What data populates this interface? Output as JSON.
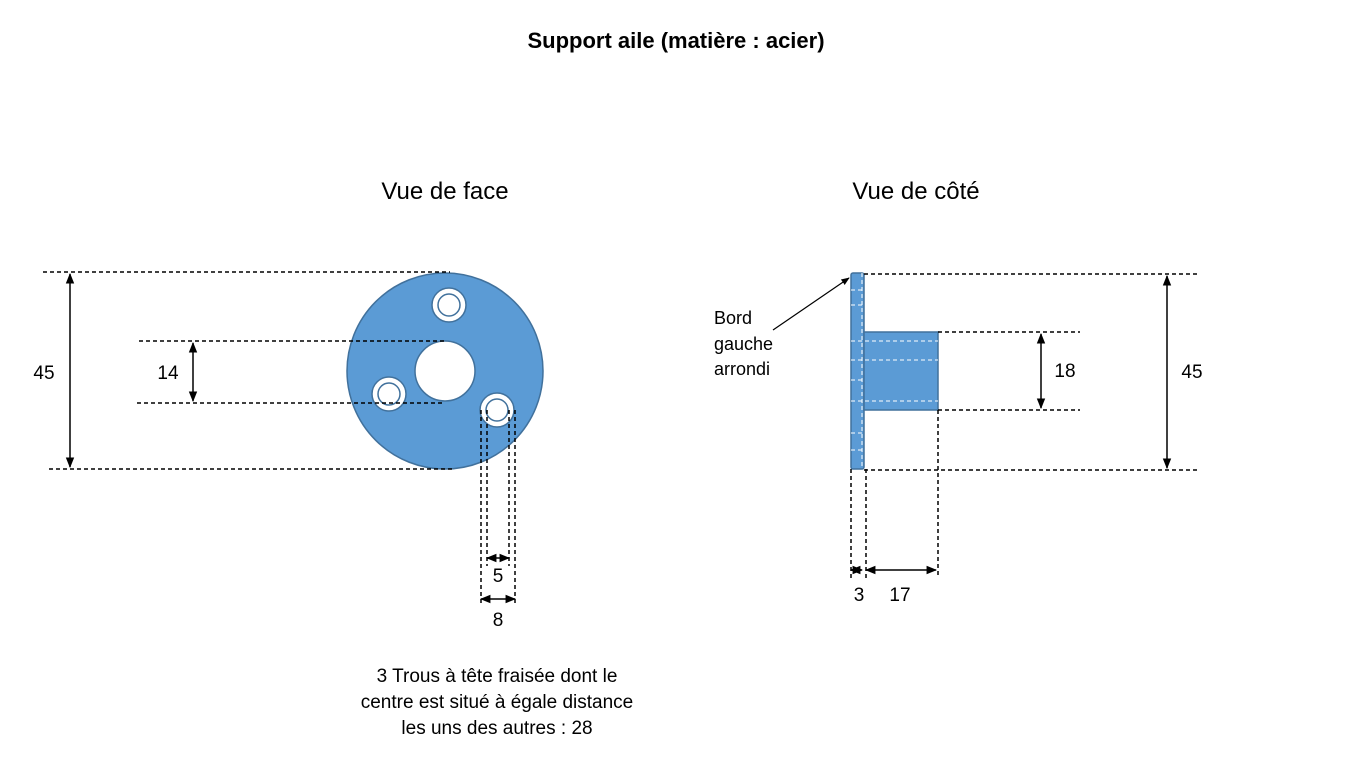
{
  "title": "Support aile (matière : acier)",
  "front_view": {
    "title": "Vue de face",
    "dim_outer_diameter": "45",
    "dim_center_hole": "14",
    "dim_hole_inner": "5",
    "dim_hole_outer": "8"
  },
  "side_view": {
    "title": "Vue de côté",
    "callout_lines": [
      "Bord",
      "gauche",
      "arrondi"
    ],
    "dim_boss_height": "18",
    "dim_plate_height": "45",
    "dim_plate_thickness": "3",
    "dim_boss_length": "17"
  },
  "note_lines": [
    "3 Trous à tête fraisée dont le",
    "centre est situé à égale distance",
    "les uns des autres : 28"
  ],
  "colors": {
    "part_fill": "#5B9BD5",
    "part_stroke": "#41719C",
    "line": "#000000"
  }
}
